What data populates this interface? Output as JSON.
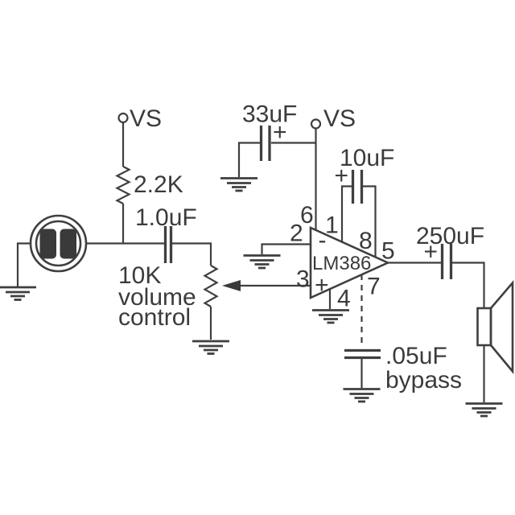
{
  "meta": {
    "description": "LM386 audio amplifier schematic with electret microphone input, volume control and speaker output"
  },
  "colors": {
    "background": "#ffffff",
    "stroke": "#3f3f3f",
    "text": "#3b3b3b",
    "dark_fill": "#3a3a3a"
  },
  "labels": {
    "vs_left": "VS",
    "vs_right": "VS",
    "r_input": "2.2K",
    "c_input": "1.0uF",
    "pot": {
      "value": "10K",
      "line2": "volume",
      "line3": "control"
    },
    "c_supply": {
      "value": "33uF",
      "plus": "+"
    },
    "c_gain": {
      "value": "10uF",
      "plus": "+"
    },
    "c_output": {
      "value": "250uF",
      "plus": "+"
    },
    "c_bypass": {
      "value": ".05uF",
      "name": "bypass"
    },
    "ic": {
      "name": "LM386",
      "minus": "-",
      "plus": "+",
      "pin1": "1",
      "pin2": "2",
      "pin3": "3",
      "pin4": "4",
      "pin5": "5",
      "pin6": "6",
      "pin7": "7",
      "pin8": "8"
    }
  }
}
